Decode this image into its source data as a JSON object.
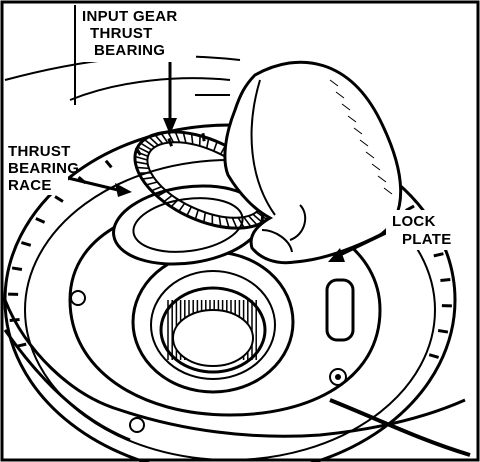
{
  "labels": {
    "input_gear_thrust_bearing": [
      "INPUT GEAR",
      "THRUST",
      "BEARING"
    ],
    "thrust_bearing_race": [
      "THRUST",
      "BEARING",
      "RACE"
    ],
    "lock_plate": [
      "LOCK",
      "PLATE"
    ]
  },
  "colors": {
    "ink": "#000000",
    "paper": "#ffffff"
  }
}
